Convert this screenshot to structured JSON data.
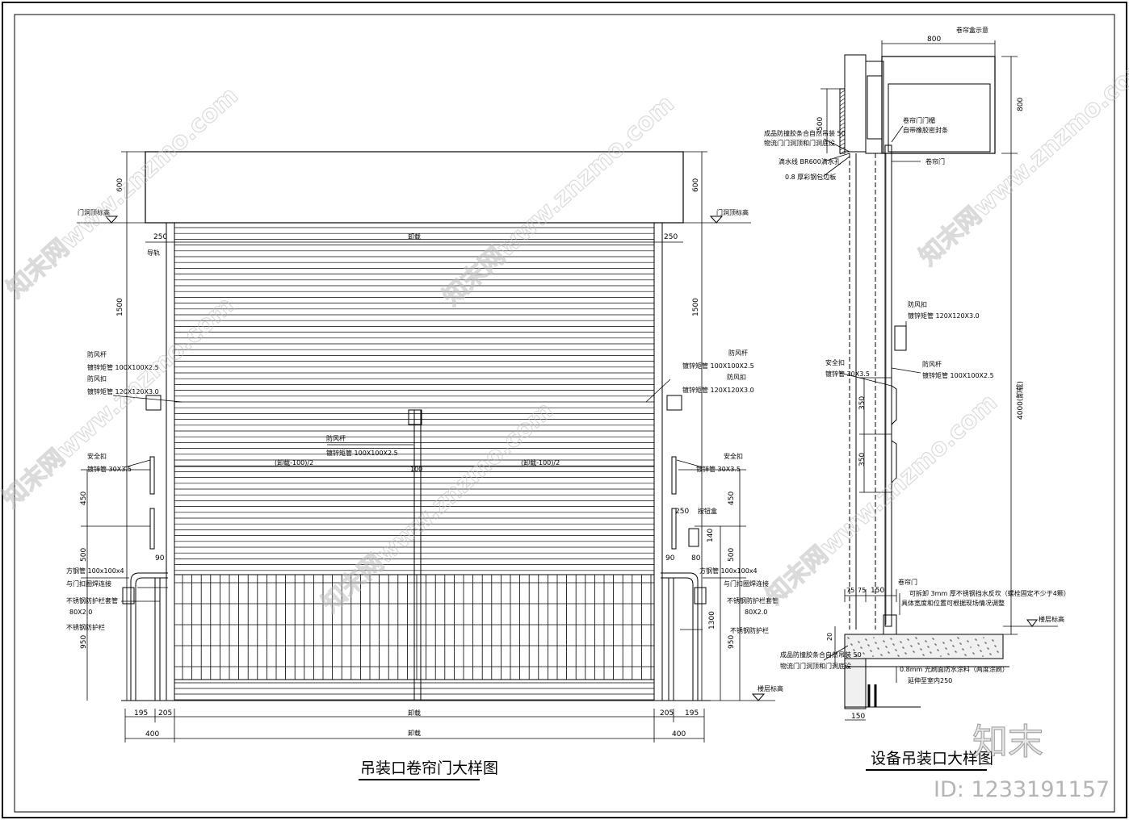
{
  "titles": {
    "left": "吊装口卷帘门大样图",
    "right": "设备吊装口大样图"
  },
  "left_drawing": {
    "dims": {
      "top_600": "600",
      "d250": "250",
      "d1500": "1500",
      "d450": "450",
      "d500": "500",
      "d950": "950",
      "d90": "90",
      "d195": "195",
      "d205": "205",
      "d400": "400",
      "d1300": "1300",
      "d100": "100",
      "d140": "140",
      "d80": "80",
      "span_top": "卸载",
      "span_mid": "卸载",
      "span_bot": "卸载",
      "half_left": "(卸载-100)/2",
      "half_right": "(卸载-100)/2"
    },
    "labels": {
      "door_top_level": "门洞顶标高",
      "floor_level": "楼层标高",
      "guide_rail": "导轨",
      "wind_bar": "防风杆",
      "steel_pipe_100x100x2_5": "镀锌矩管 100X100X2.5",
      "wind_buckle": "防风扣",
      "steel_pipe_120x120x3": "镀锌矩管 120X120X3.0",
      "safety_buckle": "安全扣",
      "steel_pipe_30x3_5": "镀锌管 30X3.5",
      "square_pipe": "方钢管 100x100x4",
      "weld_to_frame": "与门扣圈焊连接",
      "ss_rail_pipe": "不锈钢防护栏套管",
      "ss_rail_pipe_size": "80X2.0",
      "ss_rail": "不锈钢防护栏",
      "button_box": "按钮盒"
    }
  },
  "right_drawing": {
    "dims": {
      "d800_top": "800",
      "d800_side": "800",
      "d500": "500",
      "d4000": "4000(卸载)",
      "d350a": "350",
      "d350b": "350",
      "d75a": "75",
      "d75b": "75",
      "d150": "150",
      "d20": "20",
      "d150_bot": "150"
    },
    "labels": {
      "box_note": "卷帘盒示意",
      "shutter_box": "卷帘门门楣",
      "self_seal": "自带橡胶密封条",
      "shutter": "卷帘门",
      "fire_seal": "成品防撞胶条合自然吊装 50",
      "fire_seal_2": "物流门门洞顶和门洞底设",
      "drip_line": "滴水线 BR600滴水孔",
      "flashing": "0.8 厚彩钢包边板",
      "wind_buckle": "防风扣",
      "steel_pipe_120": "镀锌矩管 120X120X3.0",
      "wind_bar": "防风杆",
      "steel_pipe_100": "镀锌矩管 100X100X2.5",
      "safety_buckle": "安全扣",
      "steel_pipe_30": "镀锌管 30X3.5",
      "sill": "卷帘门",
      "ss_flap": "可拆卸 3mm 厚不锈钢挡水反坎（螺栓固定不少于4颗）",
      "ss_flap_2": "具体宽度和位置可根据现场情况调整",
      "floor_level": "楼层标高",
      "bottom_seal": "成品防撞胶条合自然吊装 50",
      "bottom_seal_2": "物流门门洞顶和门洞底设",
      "waterproof": "0.8mm 光刷面防水涂料（两度涂刷）",
      "waterproof_2": "延伸至室内250"
    }
  },
  "watermarks": {
    "brand_text": "知末网www.znzmo.com",
    "logo": "知末",
    "id": "ID: 1233191157"
  }
}
